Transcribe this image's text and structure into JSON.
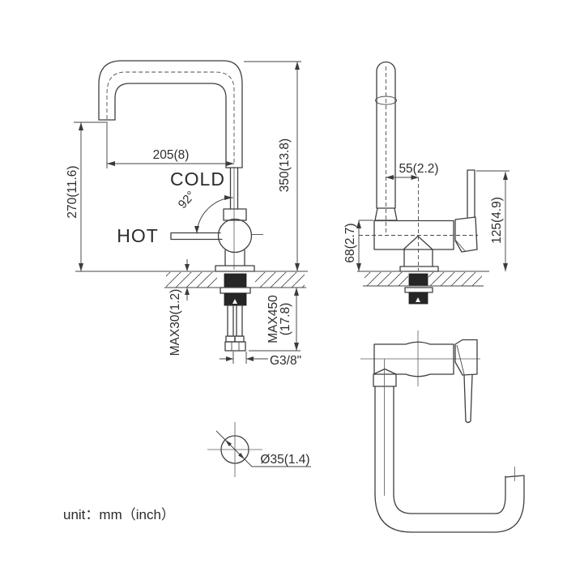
{
  "drawing": {
    "unit_note": "unit：mm（inch）",
    "colors": {
      "line": "#3f3f3f",
      "text": "#2d2d2d",
      "seal_fill": "#262626",
      "background": "#ffffff"
    },
    "side_view": {
      "port_labels": {
        "cold": "COLD",
        "hot": "HOT"
      },
      "handle_angle": "92°",
      "dims": {
        "spout_reach": "205(8)",
        "spout_height": "270(11.6)",
        "overall_height": "350(13.8)",
        "max_deck_thickness": "MAX30(1.2)",
        "hose_length_line1": "MAX450",
        "hose_length_line2": "(17.8)",
        "inlet_thread": "G3/8\""
      }
    },
    "front_view": {
      "dims": {
        "handle_offset": "55(2.2)",
        "body_height": "68(2.7)",
        "handle_height": "125(4.9)"
      }
    },
    "hole_detail": {
      "dims": {
        "hole_diameter": "Ø35(1.4)"
      }
    }
  }
}
